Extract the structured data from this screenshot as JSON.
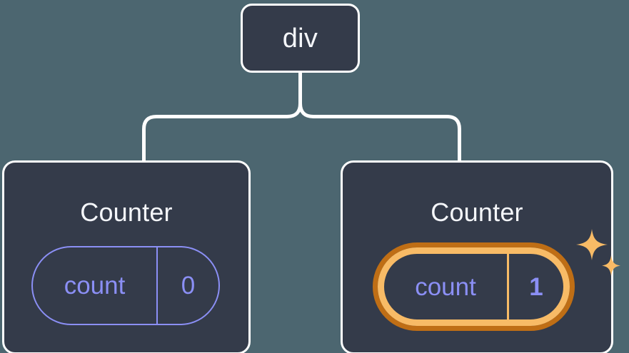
{
  "diagram": {
    "type": "component-tree",
    "background_color": "#4c6670",
    "node_fill": "#343b4a",
    "node_border": "#ffffff",
    "accent_periwinkle": "#8b8ff5",
    "highlight_outer": "#bf6e15",
    "highlight_inner": "#f8bb66",
    "root": {
      "label": "div"
    },
    "children": [
      {
        "title": "Counter",
        "state": {
          "key": "count",
          "value": "0"
        },
        "highlighted": false
      },
      {
        "title": "Counter",
        "state": {
          "key": "count",
          "value": "1"
        },
        "highlighted": true,
        "sparkle_icons": [
          "sparkle-large",
          "sparkle-small"
        ]
      }
    ]
  }
}
